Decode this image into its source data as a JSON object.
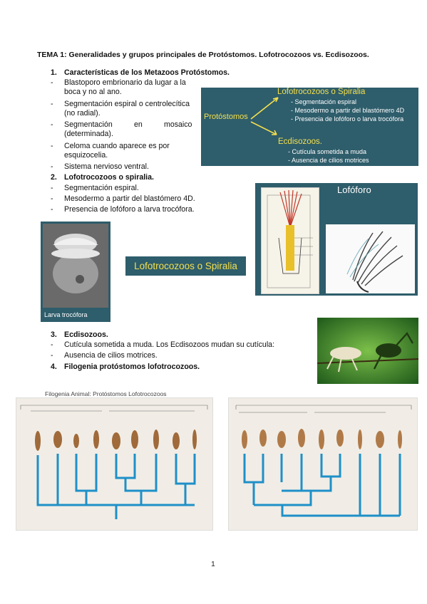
{
  "title": "TEMA 1: Generalidades y grupos principales de Protóstomos. Lofotrocozoos vs. Ecdisozoos.",
  "sections": {
    "s1": {
      "number": "1.",
      "heading": "Características de los Metazoos Protóstomos.",
      "items": [
        {
          "line1": "Blastoporo embrionario da lugar a la",
          "line2": "boca y no al ano."
        },
        {
          "line1": "Segmentación espiral o centrolecítica",
          "line2": "(no radial)."
        },
        {
          "line1a": "Segmentación",
          "line1b": "en",
          "line1c": "mosaico",
          "line2": "(determinada)."
        },
        {
          "line1": "Celoma cuando aparece es por",
          "line2": "esquizocelia."
        },
        {
          "line1": "Sistema nervioso ventral."
        }
      ]
    },
    "s2": {
      "number": "2.",
      "heading": "Lofotrocozoos o spiralia.",
      "items": [
        "Segmentación espiral.",
        "Mesodermo a partir del blastómero 4D.",
        "Presencia de lofóforo a larva trocófora."
      ]
    },
    "s3": {
      "number": "3.",
      "heading": "Ecdisozoos.",
      "items": [
        "Cutícula sometida a muda. Los Ecdisozoos mudan su cutícula:",
        "Ausencia de cilios motrices."
      ]
    },
    "s4": {
      "number": "4.",
      "heading": "Filogenia protóstomos lofotrocozoos."
    }
  },
  "summary_box": {
    "root": "Protóstomos",
    "branch1": {
      "title": "Lofotrocozoos o Spiralia",
      "items": [
        "- Segmentación espiral",
        "- Mesodermo a  partir del blastómero 4D",
        "- Presencia de lofóforo o larva trocófora"
      ]
    },
    "branch2": {
      "title": "Ecdisozoos.",
      "items": [
        "- Cutícula sometida a muda",
        "- Ausencia de cilios motrices"
      ]
    }
  },
  "lophophore_title": "Lofóforo",
  "larva_caption": "Larva trocófora",
  "banner": "Lofotrocozoos o Spiralia",
  "phylo_title": "Filogenia Animal: Protóstomos Lofotrocozoos",
  "page_number": "1",
  "colors": {
    "teal": "#2e5d6b",
    "yellow": "#f4e04d",
    "tree_blue": "#1e90c8"
  }
}
